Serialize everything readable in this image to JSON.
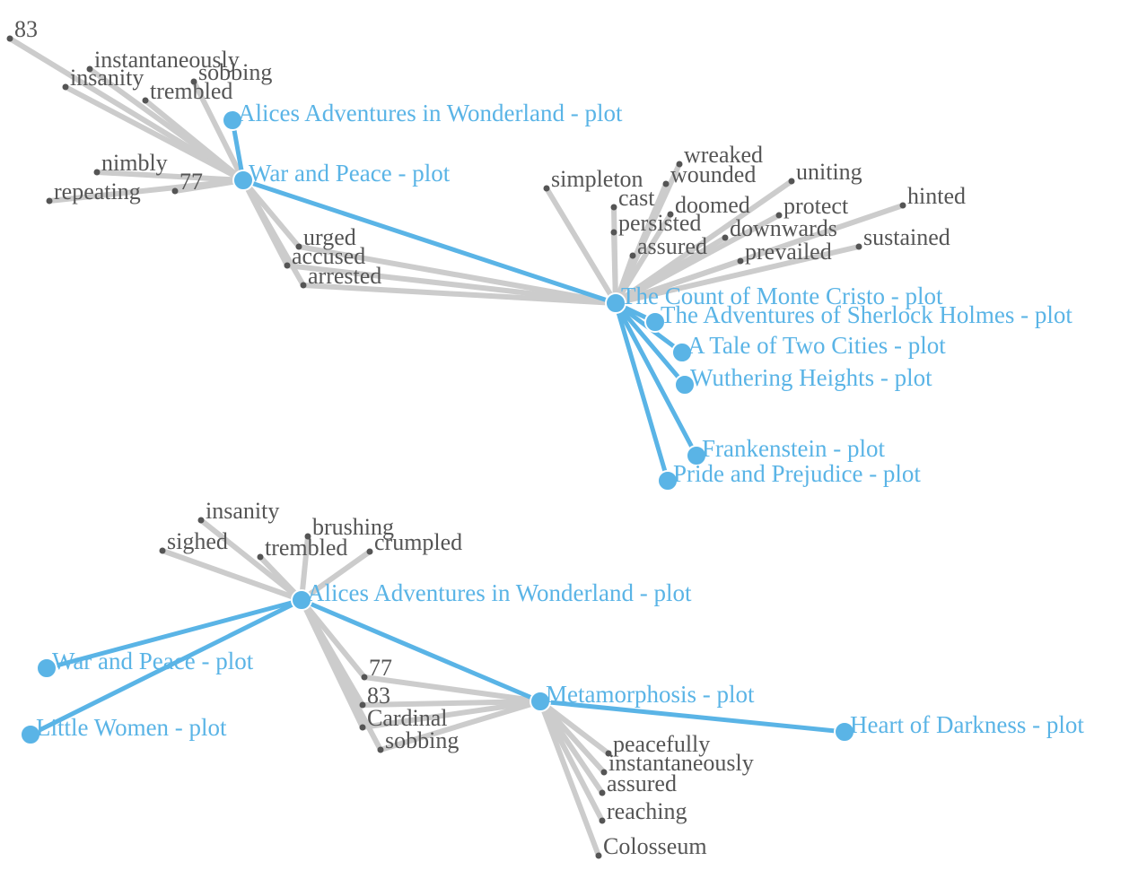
{
  "colors": {
    "plot": "#5ab4e6",
    "word": "#555555",
    "word_edge": "#cccccc"
  },
  "graphs": [
    {
      "nodes": [
        {
          "id": "g1_83",
          "label": "83",
          "kind": "word"
        },
        {
          "id": "g1_instantaneously",
          "label": "instantaneously",
          "kind": "word"
        },
        {
          "id": "g1_sobbing",
          "label": "sobbing",
          "kind": "word"
        },
        {
          "id": "g1_insanity",
          "label": "insanity",
          "kind": "word"
        },
        {
          "id": "g1_trembled",
          "label": "trembled",
          "kind": "word"
        },
        {
          "id": "g1_alice",
          "label": "Alices Adventures in Wonderland - plot",
          "kind": "plot"
        },
        {
          "id": "g1_war",
          "label": "War and Peace - plot",
          "kind": "plot"
        },
        {
          "id": "g1_nimbly",
          "label": "nimbly",
          "kind": "word"
        },
        {
          "id": "g1_77",
          "label": "77",
          "kind": "word"
        },
        {
          "id": "g1_repeating",
          "label": "repeating",
          "kind": "word"
        },
        {
          "id": "g1_urged",
          "label": "urged",
          "kind": "word"
        },
        {
          "id": "g1_accused",
          "label": "accused",
          "kind": "word"
        },
        {
          "id": "g1_arrested",
          "label": "arrested",
          "kind": "word"
        },
        {
          "id": "g1_simpleton",
          "label": "simpleton",
          "kind": "word"
        },
        {
          "id": "g1_wreaked",
          "label": "wreaked",
          "kind": "word"
        },
        {
          "id": "g1_wounded",
          "label": "wounded",
          "kind": "word"
        },
        {
          "id": "g1_uniting",
          "label": "uniting",
          "kind": "word"
        },
        {
          "id": "g1_cast",
          "label": "cast",
          "kind": "word"
        },
        {
          "id": "g1_doomed",
          "label": "doomed",
          "kind": "word"
        },
        {
          "id": "g1_protect",
          "label": "protect",
          "kind": "word"
        },
        {
          "id": "g1_hinted",
          "label": "hinted",
          "kind": "word"
        },
        {
          "id": "g1_persisted",
          "label": "persisted",
          "kind": "word"
        },
        {
          "id": "g1_downwards",
          "label": "downwards",
          "kind": "word"
        },
        {
          "id": "g1_assured",
          "label": "assured",
          "kind": "word"
        },
        {
          "id": "g1_sustained",
          "label": "sustained",
          "kind": "word"
        },
        {
          "id": "g1_prevailed",
          "label": "prevailed",
          "kind": "word"
        },
        {
          "id": "g1_monte",
          "label": "The Count of Monte Cristo - plot",
          "kind": "plot"
        },
        {
          "id": "g1_sherlock",
          "label": "The Adventures of Sherlock Holmes - plot",
          "kind": "plot"
        },
        {
          "id": "g1_tale",
          "label": "A Tale of Two Cities - plot",
          "kind": "plot"
        },
        {
          "id": "g1_wuthering",
          "label": "Wuthering Heights - plot",
          "kind": "plot"
        },
        {
          "id": "g1_frank",
          "label": "Frankenstein - plot",
          "kind": "plot"
        },
        {
          "id": "g1_pride",
          "label": "Pride and Prejudice - plot",
          "kind": "plot"
        }
      ],
      "edges": [
        [
          "g1_war",
          "g1_83"
        ],
        [
          "g1_war",
          "g1_instantaneously"
        ],
        [
          "g1_war",
          "g1_sobbing"
        ],
        [
          "g1_war",
          "g1_insanity"
        ],
        [
          "g1_war",
          "g1_trembled"
        ],
        [
          "g1_war",
          "g1_alice"
        ],
        [
          "g1_war",
          "g1_nimbly"
        ],
        [
          "g1_war",
          "g1_77"
        ],
        [
          "g1_war",
          "g1_repeating"
        ],
        [
          "g1_war",
          "g1_urged"
        ],
        [
          "g1_war",
          "g1_accused"
        ],
        [
          "g1_war",
          "g1_arrested"
        ],
        [
          "g1_war",
          "g1_monte"
        ],
        [
          "g1_monte",
          "g1_urged"
        ],
        [
          "g1_monte",
          "g1_accused"
        ],
        [
          "g1_monte",
          "g1_arrested"
        ],
        [
          "g1_monte",
          "g1_simpleton"
        ],
        [
          "g1_monte",
          "g1_wreaked"
        ],
        [
          "g1_monte",
          "g1_wounded"
        ],
        [
          "g1_monte",
          "g1_uniting"
        ],
        [
          "g1_monte",
          "g1_cast"
        ],
        [
          "g1_monte",
          "g1_doomed"
        ],
        [
          "g1_monte",
          "g1_protect"
        ],
        [
          "g1_monte",
          "g1_hinted"
        ],
        [
          "g1_monte",
          "g1_persisted"
        ],
        [
          "g1_monte",
          "g1_downwards"
        ],
        [
          "g1_monte",
          "g1_assured"
        ],
        [
          "g1_monte",
          "g1_sustained"
        ],
        [
          "g1_monte",
          "g1_prevailed"
        ],
        [
          "g1_monte",
          "g1_sherlock"
        ],
        [
          "g1_monte",
          "g1_tale"
        ],
        [
          "g1_monte",
          "g1_wuthering"
        ],
        [
          "g1_monte",
          "g1_frank"
        ],
        [
          "g1_monte",
          "g1_pride"
        ]
      ]
    },
    {
      "nodes": [
        {
          "id": "g2_insanity",
          "label": "insanity",
          "kind": "word"
        },
        {
          "id": "g2_sighed",
          "label": "sighed",
          "kind": "word"
        },
        {
          "id": "g2_brushing",
          "label": "brushing",
          "kind": "word"
        },
        {
          "id": "g2_trembled",
          "label": "trembled",
          "kind": "word"
        },
        {
          "id": "g2_crumpled",
          "label": "crumpled",
          "kind": "word"
        },
        {
          "id": "g2_alice",
          "label": "Alices Adventures in Wonderland - plot",
          "kind": "plot"
        },
        {
          "id": "g2_war",
          "label": "War and Peace - plot",
          "kind": "plot"
        },
        {
          "id": "g2_little",
          "label": "Little Women - plot",
          "kind": "plot"
        },
        {
          "id": "g2_77",
          "label": "77",
          "kind": "word"
        },
        {
          "id": "g2_83",
          "label": "83",
          "kind": "word"
        },
        {
          "id": "g2_cardinal",
          "label": "Cardinal",
          "kind": "word"
        },
        {
          "id": "g2_sobbing",
          "label": "sobbing",
          "kind": "word"
        },
        {
          "id": "g2_meta",
          "label": "Metamorphosis - plot",
          "kind": "plot"
        },
        {
          "id": "g2_heart",
          "label": "Heart of Darkness - plot",
          "kind": "plot"
        },
        {
          "id": "g2_peacefully",
          "label": "peacefully",
          "kind": "word"
        },
        {
          "id": "g2_instantaneously",
          "label": "instantaneously",
          "kind": "word"
        },
        {
          "id": "g2_assured",
          "label": "assured",
          "kind": "word"
        },
        {
          "id": "g2_reaching",
          "label": "reaching",
          "kind": "word"
        },
        {
          "id": "g2_colosseum",
          "label": "Colosseum",
          "kind": "word"
        }
      ],
      "edges": [
        [
          "g2_alice",
          "g2_insanity"
        ],
        [
          "g2_alice",
          "g2_sighed"
        ],
        [
          "g2_alice",
          "g2_brushing"
        ],
        [
          "g2_alice",
          "g2_trembled"
        ],
        [
          "g2_alice",
          "g2_crumpled"
        ],
        [
          "g2_alice",
          "g2_war"
        ],
        [
          "g2_alice",
          "g2_little"
        ],
        [
          "g2_alice",
          "g2_77"
        ],
        [
          "g2_alice",
          "g2_83"
        ],
        [
          "g2_alice",
          "g2_cardinal"
        ],
        [
          "g2_alice",
          "g2_sobbing"
        ],
        [
          "g2_alice",
          "g2_meta"
        ],
        [
          "g2_meta",
          "g2_77"
        ],
        [
          "g2_meta",
          "g2_83"
        ],
        [
          "g2_meta",
          "g2_cardinal"
        ],
        [
          "g2_meta",
          "g2_sobbing"
        ],
        [
          "g2_meta",
          "g2_heart"
        ],
        [
          "g2_meta",
          "g2_peacefully"
        ],
        [
          "g2_meta",
          "g2_instantaneously"
        ],
        [
          "g2_meta",
          "g2_assured"
        ],
        [
          "g2_meta",
          "g2_reaching"
        ],
        [
          "g2_meta",
          "g2_colosseum"
        ]
      ]
    }
  ]
}
